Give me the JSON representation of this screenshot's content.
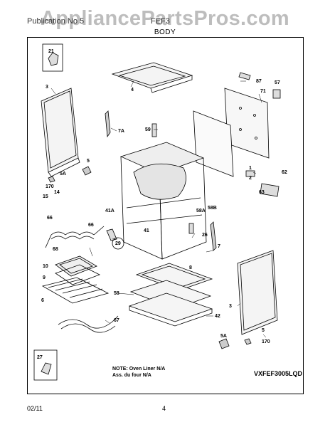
{
  "watermark": "AppliancePartsPros.com",
  "header": {
    "left_text": "Publication No 5",
    "right_text": "FEF3",
    "section": "BODY"
  },
  "parts": {
    "p21": "21",
    "p3a": "3",
    "p4": "4",
    "p87": "87",
    "p71": "71",
    "p57": "57",
    "p7a": "7A",
    "p59": "59",
    "p5a": "5",
    "p5aa": "5A",
    "p170a": "170",
    "p15": "15",
    "p14": "14",
    "p1": "1",
    "p2": "2",
    "p62": "62",
    "p63": "63",
    "p41a": "41A",
    "p58a": "58A",
    "p58b": "58B",
    "p66a": "66",
    "p66b": "66",
    "p68a": "68",
    "p29": "29",
    "p41": "41",
    "p26": "26",
    "p7": "7",
    "p10": "10",
    "p9": "9",
    "p6": "6",
    "p8": "8",
    "p58": "58",
    "p3b": "3",
    "p42": "42",
    "p67": "67",
    "p5ab": "5A",
    "p5b": "5",
    "p170b": "170",
    "p27": "27"
  },
  "note": {
    "line1": "NOTE: Oven Liner N/A",
    "line2": "Ass. du four N/A"
  },
  "model": "VXFEF3005LQD",
  "footer": {
    "date": "02/11",
    "page": "4"
  }
}
